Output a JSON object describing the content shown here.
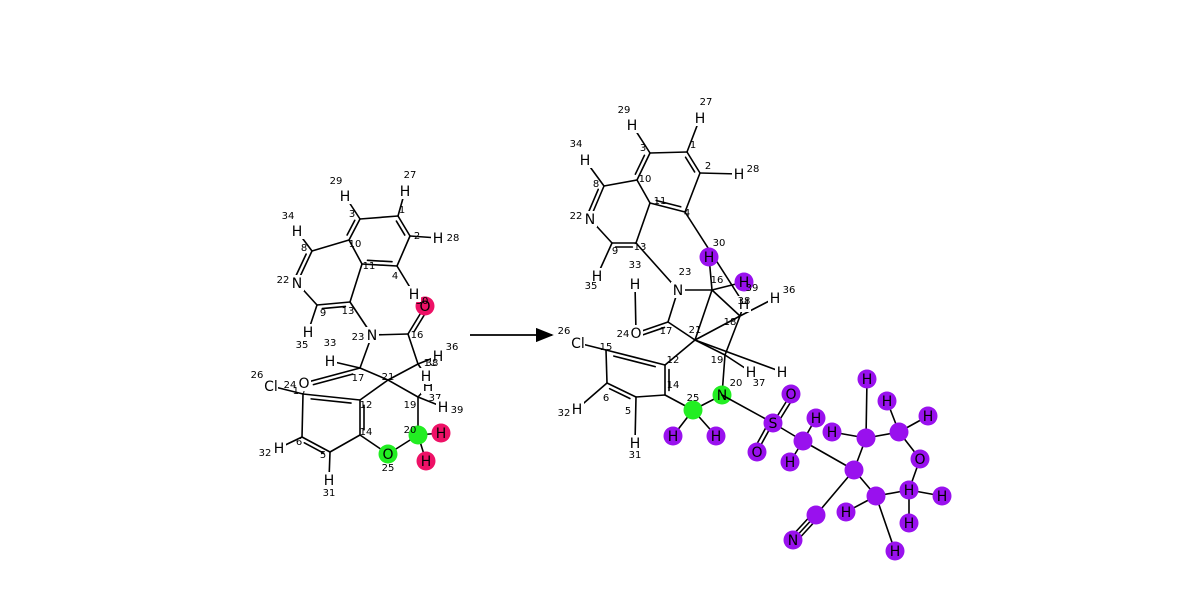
{
  "colors": {
    "red": "#ee1166",
    "green": "#22ee22",
    "purple": "#9911ee"
  },
  "reactant": {
    "atoms": [
      {
        "s": "",
        "i": "1"
      },
      {
        "s": "",
        "i": "2"
      },
      {
        "s": "",
        "i": "3"
      },
      {
        "s": "",
        "i": "4"
      },
      {
        "s": "",
        "i": "5"
      },
      {
        "s": "",
        "i": "6"
      },
      {
        "s": "",
        "i": "8"
      },
      {
        "s": "",
        "i": "9"
      },
      {
        "s": "",
        "i": "10"
      },
      {
        "s": "",
        "i": "11"
      },
      {
        "s": "",
        "i": "12"
      },
      {
        "s": "",
        "i": "13"
      },
      {
        "s": "",
        "i": "14"
      },
      {
        "s": "",
        "i": "15"
      },
      {
        "s": "",
        "i": "16"
      },
      {
        "s": "",
        "i": "17"
      },
      {
        "s": "",
        "i": "18"
      },
      {
        "s": "",
        "i": "19"
      },
      {
        "s": "",
        "i": "20"
      },
      {
        "s": "",
        "i": "21"
      },
      {
        "s": "N",
        "i": "22"
      },
      {
        "s": "N",
        "i": "23"
      },
      {
        "s": "O",
        "i": "24"
      },
      {
        "s": "O",
        "i": "25"
      },
      {
        "s": "Cl",
        "i": "26"
      },
      {
        "s": "H",
        "i": "27"
      },
      {
        "s": "H",
        "i": "28"
      },
      {
        "s": "H",
        "i": "29"
      },
      {
        "s": "H",
        "i": "31"
      },
      {
        "s": "H",
        "i": "32"
      },
      {
        "s": "H",
        "i": "33"
      },
      {
        "s": "H",
        "i": "34"
      },
      {
        "s": "H",
        "i": "35"
      },
      {
        "s": "H",
        "i": "36"
      },
      {
        "s": "H",
        "i": "37"
      },
      {
        "s": "H",
        "i": "38"
      },
      {
        "s": "H",
        "i": "39"
      },
      {
        "s": "O",
        "i": "30"
      },
      {
        "s": "H",
        "i": ""
      },
      {
        "s": "H",
        "i": ""
      },
      {
        "s": "H",
        "i": ""
      }
    ]
  },
  "product": {
    "atoms": [
      {
        "s": "",
        "i": "1"
      },
      {
        "s": "",
        "i": "2"
      },
      {
        "s": "",
        "i": "3"
      },
      {
        "s": "",
        "i": "4"
      },
      {
        "s": "",
        "i": "5"
      },
      {
        "s": "",
        "i": "6"
      },
      {
        "s": "",
        "i": "8"
      },
      {
        "s": "",
        "i": "9"
      },
      {
        "s": "",
        "i": "10"
      },
      {
        "s": "",
        "i": "11"
      },
      {
        "s": "",
        "i": "12"
      },
      {
        "s": "",
        "i": "13"
      },
      {
        "s": "",
        "i": "14"
      },
      {
        "s": "",
        "i": "15"
      },
      {
        "s": "",
        "i": "16"
      },
      {
        "s": "",
        "i": "17"
      },
      {
        "s": "",
        "i": "18"
      },
      {
        "s": "",
        "i": "19"
      },
      {
        "s": "N",
        "i": "20"
      },
      {
        "s": "",
        "i": "21"
      },
      {
        "s": "N",
        "i": "22"
      },
      {
        "s": "N",
        "i": "23"
      },
      {
        "s": "O",
        "i": "24"
      },
      {
        "s": "",
        "i": "25"
      },
      {
        "s": "Cl",
        "i": "26"
      },
      {
        "s": "H",
        "i": "27"
      },
      {
        "s": "H",
        "i": "28"
      },
      {
        "s": "H",
        "i": "29"
      },
      {
        "s": "H",
        "i": "30"
      },
      {
        "s": "H",
        "i": "31"
      },
      {
        "s": "H",
        "i": "32"
      },
      {
        "s": "H",
        "i": "33"
      },
      {
        "s": "H",
        "i": "34"
      },
      {
        "s": "H",
        "i": "35"
      },
      {
        "s": "H",
        "i": "36"
      },
      {
        "s": "H",
        "i": "37"
      },
      {
        "s": "H",
        "i": "38"
      },
      {
        "s": "H",
        "i": "39"
      },
      {
        "s": "H",
        "i": ""
      },
      {
        "s": "H",
        "i": ""
      },
      {
        "s": "H",
        "i": ""
      }
    ],
    "reagent_atoms": [
      {
        "s": "S"
      },
      {
        "s": "O"
      },
      {
        "s": "O"
      },
      {
        "s": ""
      },
      {
        "s": "H"
      },
      {
        "s": "H"
      },
      {
        "s": ""
      },
      {
        "s": ""
      },
      {
        "s": "N"
      },
      {
        "s": ""
      },
      {
        "s": "H"
      },
      {
        "s": "H"
      },
      {
        "s": "H"
      },
      {
        "s": ""
      },
      {
        "s": "H"
      },
      {
        "s": "H"
      },
      {
        "s": "O"
      },
      {
        "s": ""
      },
      {
        "s": "H"
      },
      {
        "s": "H"
      },
      {
        "s": "H"
      },
      {
        "s": "H"
      }
    ]
  }
}
